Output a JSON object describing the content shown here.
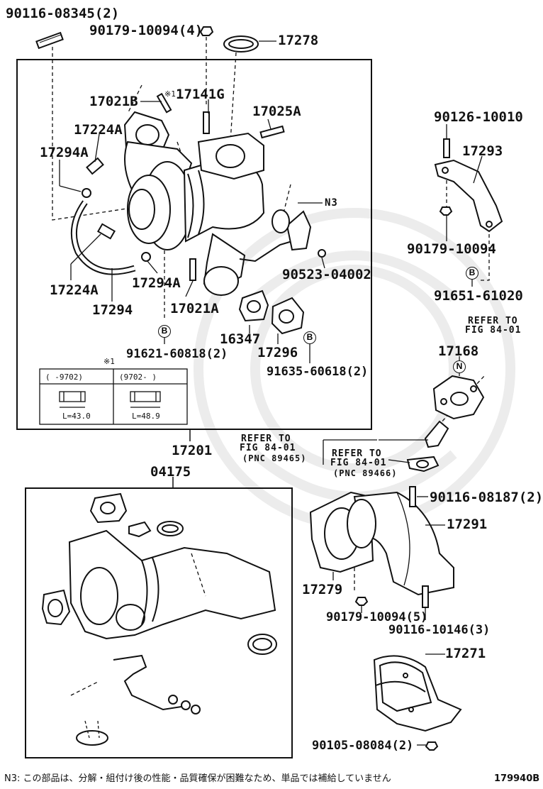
{
  "labels": {
    "p90116_08345": "90116-08345(2)",
    "p90179_10094_4": "90179-10094(4)",
    "p17278": "17278",
    "p17021B": "17021B",
    "mark1": "※1",
    "p17141G": "17141G",
    "p17025A": "17025A",
    "p17224A_top": "17224A",
    "p17294A_left": "17294A",
    "pN3": "N3",
    "p90523_04002": "90523-04002",
    "p17224A_bottom": "17224A",
    "p17294A_bottom": "17294A",
    "p17294": "17294",
    "p17021A": "17021A",
    "p16347": "16347",
    "p17296": "17296",
    "p91621_60818": "91621-60818(2)",
    "p91635_60618": "91635-60618(2)",
    "p90126_10010": "90126-10010",
    "p17293": "17293",
    "p90179_10094": "90179-10094",
    "p91651_61020": "91651-61020",
    "p17168": "17168",
    "p17201": "17201",
    "p04175": "04175",
    "p90116_08187": "90116-08187(2)",
    "p17291": "17291",
    "p17279": "17279",
    "p90179_10094_5": "90179-10094(5)",
    "p90116_10146": "90116-10146(3)",
    "p17271": "17271",
    "p90105_08084": "90105-08084(2)"
  },
  "refs": {
    "fig_84_01_a_line1": "REFER TO",
    "fig_84_01_a_line2": "FIG 84-01",
    "fig_84_01_b_line1": "REFER TO",
    "fig_84_01_b_line2": "FIG 84-01",
    "fig_84_01_b_pnc": "(PNC 89465)",
    "fig_84_01_c_line1": "REFER TO",
    "fig_84_01_c_line2": "FIG 84-01",
    "fig_84_01_c_pnc": "(PNC 89466)"
  },
  "markers": {
    "b": "B",
    "n": "N"
  },
  "stud_table": {
    "title": "※1",
    "col1_header": "(   -9702)",
    "col2_header": "(9702-   )",
    "col1_length": "L=43.0",
    "col2_length": "L=48.9"
  },
  "footer": {
    "note": "N3: この部品は、分解・組付け後の性能・品質確保が困難なため、単品では補給していません",
    "figure_id": "179940B"
  },
  "colors": {
    "ink": "#111111",
    "watermark": "#ececec"
  }
}
